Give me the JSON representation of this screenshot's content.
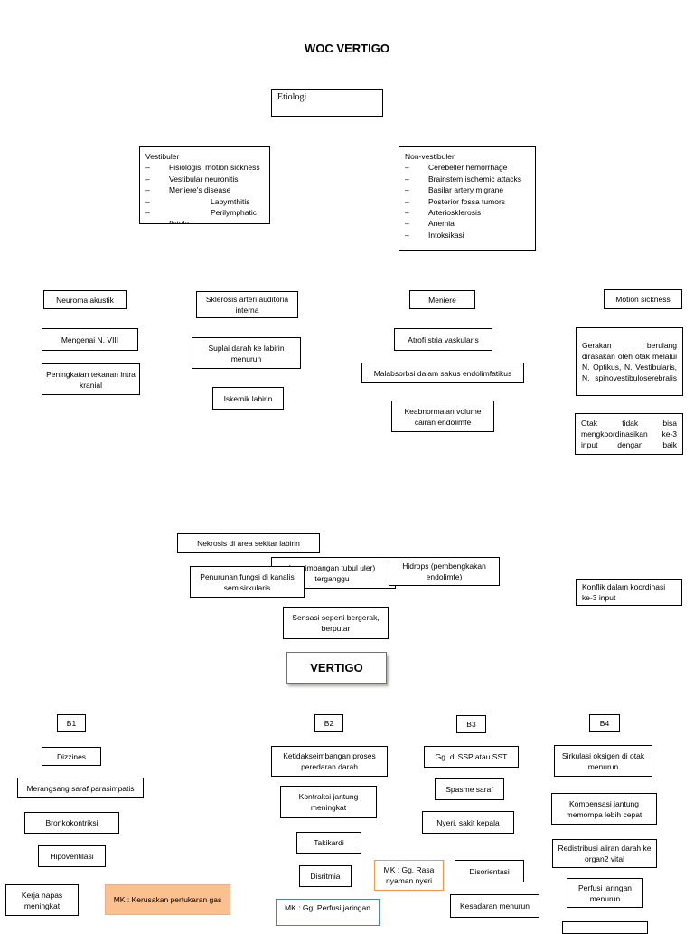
{
  "title": "WOC VERTIGO",
  "etiologi": "Etiologi",
  "vestibuler": {
    "heading": "Vestibuler",
    "items": [
      "Fisiologis: motion sickness",
      "Vestibular neuronitis",
      "Meniere's disease",
      "Labyrnthitis",
      "Perilymphatic",
      "fistula"
    ]
  },
  "non_vestibuler": {
    "heading": "Non-vestibuler",
    "items": [
      "Cerebeller hemorrhage",
      "Brainstem ischemic attacks",
      "Basilar artery migrane",
      "Posterior fossa tumors",
      "Arteriosklerosis",
      "Anemia",
      "Intoksikasi"
    ]
  },
  "col1": {
    "neuroma": "Neuroma akustik",
    "mengenai": "Mengenai N. VIII",
    "peningkatan": "Peningkatan tekanan intra kranial"
  },
  "col2": {
    "sklerosis": "Sklerosis arteri auditoria interna",
    "suplai": "Suplai darah ke labirin menurun",
    "iskemik": "Iskemik labirin"
  },
  "col3": {
    "meniere": "Meniere",
    "atrofi": "Atrofi stria vaskularis",
    "malabsorbsi": "Malabsorbsi dalam sakus endolimfatikus",
    "keabnormalan": "Keabnormalan volume cairan endolimfe"
  },
  "col4": {
    "motion": "Motion sickness",
    "gerakan": "Gerakan berulang dirasakan oleh otak melalui N. Optikus, N. Vestibularis, N. spinovestibuloserebralis",
    "otak": "Otak tidak bisa mengkoordinasikan ke-3 input dengan baik",
    "konflik": "Konflik dalam koordinasi ke-3 input"
  },
  "middle": {
    "nekrosis": "Nekrosis di area sekitar labirin",
    "keseimbangan_partial": "keseimbangan tubul uler) terganggu",
    "penurunan": "Penurunan fungsi di kanalis semisirkularis",
    "hidrops": "Hidrops (pembengkakan endolimfe)",
    "sensasi": "Sensasi seperti bergerak, berputar",
    "vertigo": "VERTIGO"
  },
  "b1": {
    "label": "B1",
    "dizzines": "Dizzines",
    "merangsang": "Merangsang saraf parasimpatis",
    "bronko": "Bronkokontriksi",
    "hipo": "Hipoventilasi",
    "kerja": "Kerja napas meningkat",
    "mk": "MK : Kerusakan pertukaran gas"
  },
  "b2": {
    "label": "B2",
    "ketidak": "Ketidakseimbangan proses peredaran darah",
    "kontraksi": "Kontraksi jantung meningkat",
    "takikardi": "Takikardi",
    "disritmia": "Disritmia",
    "mk_perfusi": "MK : Gg. Perfusi jaringan"
  },
  "b3": {
    "label": "B3",
    "gg": "Gg. di SSP atau SST",
    "spasme": "Spasme saraf",
    "nyeri": "Nyeri, sakit kepala",
    "mk_rasa": "MK : Gg. Rasa nyaman nyeri",
    "disorientasi": "Disorientasi",
    "kesadaran": "Kesadaran menurun"
  },
  "b4": {
    "label": "B4",
    "sirkulasi": "Sirkulasi oksigen di otak menurun",
    "kompensasi": "Kompensasi jantung memompa lebih cepat",
    "redistribusi": "Redistribusi aliran darah ke organ2 vital",
    "perfusi": "Perfusi jaringan menurun"
  }
}
